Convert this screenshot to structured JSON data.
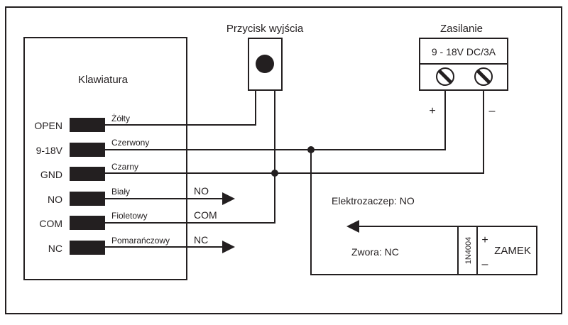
{
  "keypad": {
    "title": "Klawiatura",
    "terminals": [
      {
        "label": "OPEN",
        "wire": "Żółty"
      },
      {
        "label": "9-18V",
        "wire": "Czerwony"
      },
      {
        "label": "GND",
        "wire": "Czarny"
      },
      {
        "label": "NO",
        "wire": "Biały"
      },
      {
        "label": "COM",
        "wire": "Fioletowy"
      },
      {
        "label": "NC",
        "wire": "Pomarańczowy"
      }
    ]
  },
  "relay_labels": {
    "no": "NO",
    "com": "COM",
    "nc": "NC"
  },
  "exit_button": {
    "title": "Przycisk wyjścia"
  },
  "power_supply": {
    "title": "Zasilanie",
    "rating": "9 - 18V DC/3A",
    "plus": "+",
    "minus": "–"
  },
  "lock": {
    "strike_label": "Elektrozaczep: NO",
    "armature_label": "Zwora: NC",
    "diode": "1N4004",
    "name": "ZAMEK",
    "plus": "+",
    "minus": "–"
  },
  "colors": {
    "line": "#231f20",
    "background": "#ffffff"
  }
}
